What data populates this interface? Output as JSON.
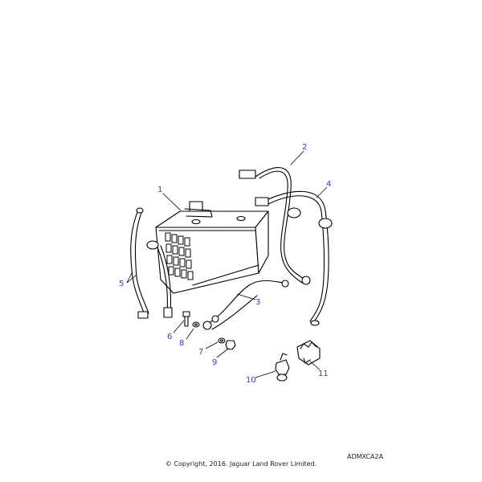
{
  "callouts": {
    "p1": "1",
    "p2": "2",
    "p3": "3",
    "p4": "4",
    "p5": "5",
    "p6": "6",
    "p7": "7",
    "p8": "8",
    "p9": "9",
    "p10": "10",
    "p11": "11"
  },
  "diagram_code": "ADMXCA2A",
  "copyright": "© Copyright, 2016. Jaguar Land Rover Limited.",
  "colors": {
    "callout": "#2a3fd6",
    "line": "#000000",
    "background": "#ffffff"
  }
}
